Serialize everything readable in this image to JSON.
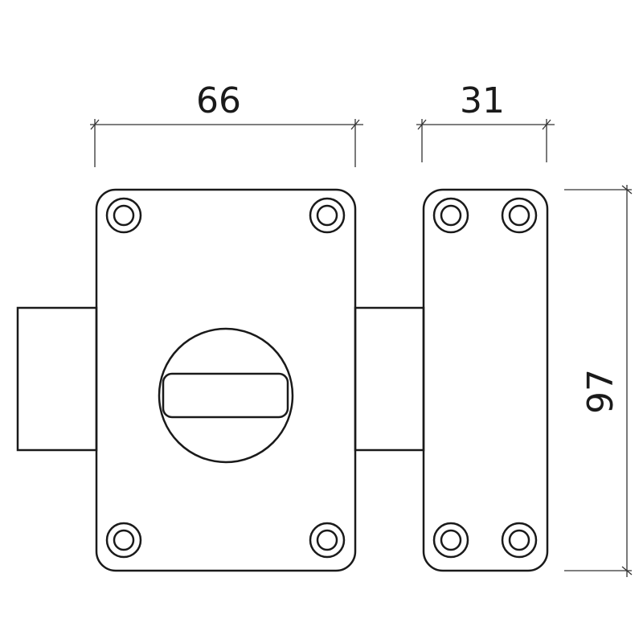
{
  "dimensions": {
    "lock_width": "66",
    "keeper_width": "31",
    "height": "97"
  },
  "colors": {
    "line": "#1a1a1a",
    "background": "#ffffff"
  }
}
